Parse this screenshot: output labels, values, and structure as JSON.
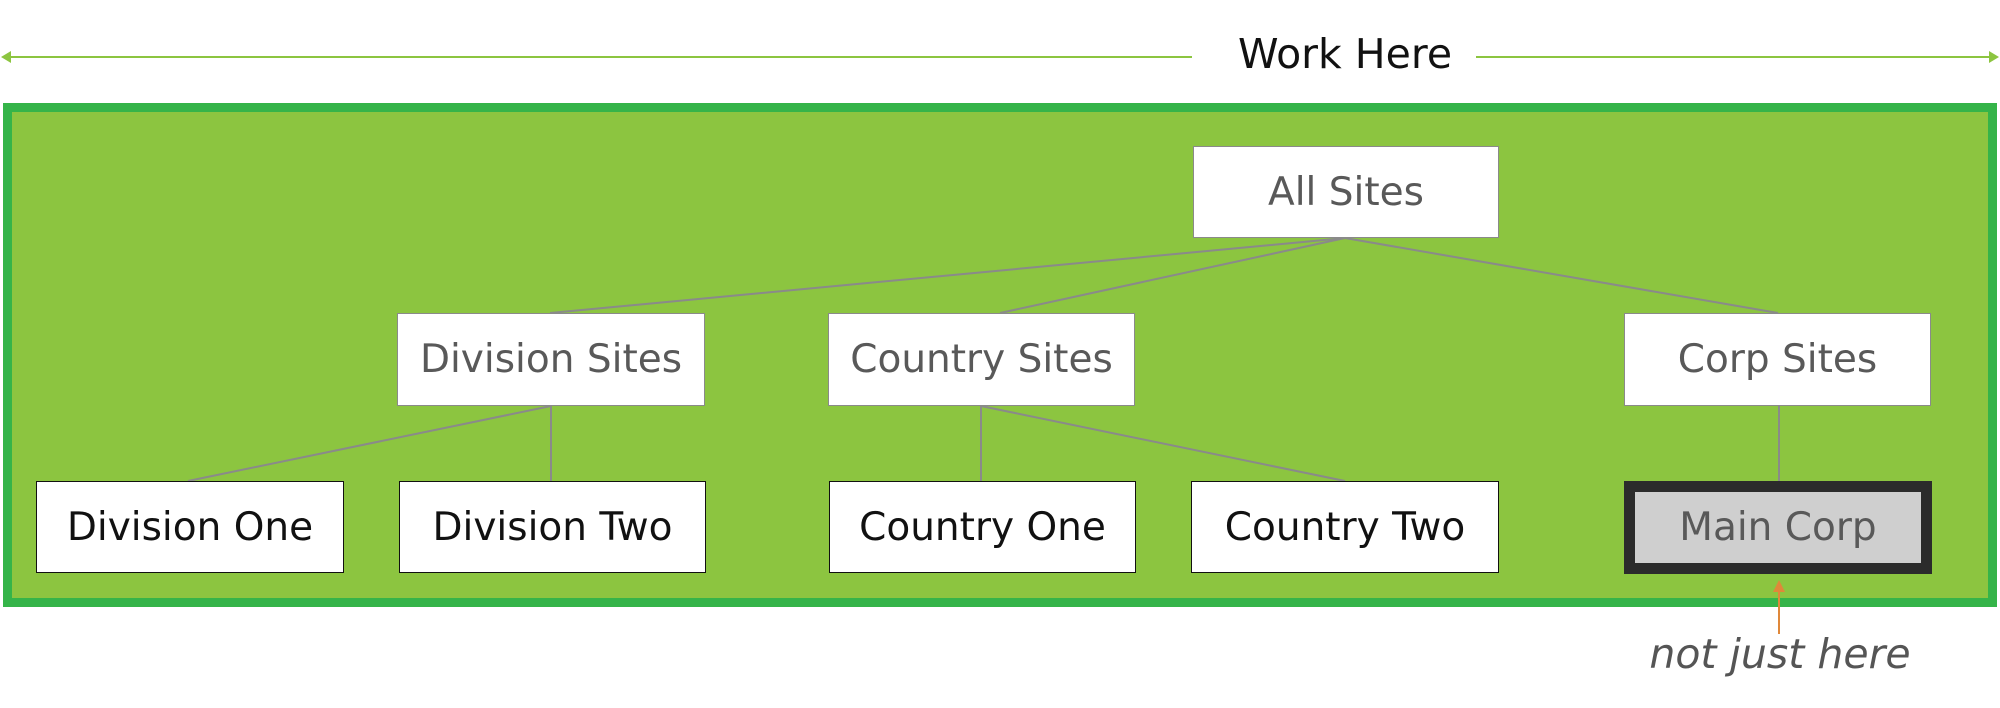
{
  "banner": {
    "label": "Work Here"
  },
  "nodes": {
    "all_sites": "All Sites",
    "division_sites": "Division Sites",
    "country_sites": "Country Sites",
    "corp_sites": "Corp Sites",
    "division_one": "Division One",
    "division_two": "Division Two",
    "country_one": "Country One",
    "country_two": "Country Two",
    "main_corp": "Main Corp"
  },
  "annotation": {
    "label": "not just here"
  },
  "colors": {
    "work_area_fill": "#8cc540",
    "work_area_border": "#35b449",
    "banner_arrow": "#8cc540",
    "connector": "#8a8a8a",
    "annotation_arrow": "#e0883a",
    "selected_fill": "#cfcfcf",
    "selected_border": "#2b2b2b"
  }
}
